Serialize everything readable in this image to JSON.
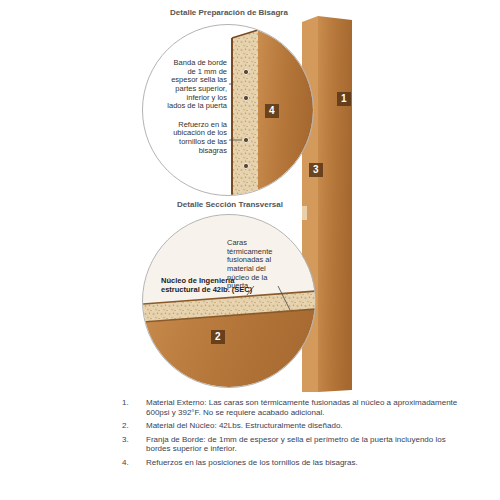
{
  "diagram": {
    "nodes": [
      {
        "text": [
          "Detalle Preparación de Bisagra",
          "Banda de borde de 1 mm de espesor sella las partes superior, inferior y los lados de la puerta",
          "Refuerzo en la ubicación de los tornillos de las bisagras"
        ]
      },
      {
        "text": [
          "Detalle Sección Transversal",
          "Caras térmicamente fusionadas al material del núcleo de la puerta.",
          "Núcleo de Ingeniería estructural de 42lb. (SEC)"
        ]
      }
    ],
    "labels": [
      "1",
      "3",
      "4",
      "2",
      "1.",
      "Material Externo: Las caras son térmicamente fusionadas al núcleo a aproximadamente 600psi y 392°F. No se requiere acabado adicional.",
      "2.",
      "Material del Núcleo: 42Lbs. Estructuralmente diseñado.",
      "3.",
      "Franja de Borde: de 1mm de espesor y sella el perímetro de la puerta incluyendo los bordes superior e inferior.",
      "4.",
      "Refuerzos en las posiciones de los tornillos de las bisagras."
    ]
  }
}
